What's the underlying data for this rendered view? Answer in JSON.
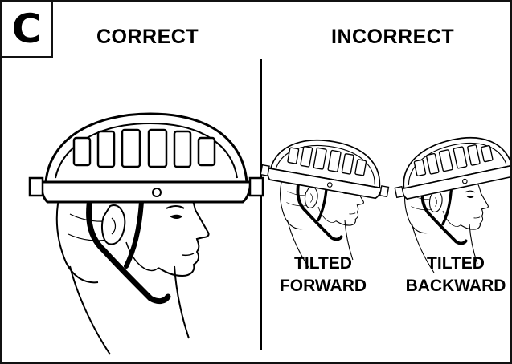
{
  "badge": "C",
  "correct": {
    "title": "CORRECT"
  },
  "incorrect": {
    "title": "INCORRECT",
    "forward": {
      "line1": "TILTED",
      "line2": "FORWARD"
    },
    "backward": {
      "line1": "TILTED",
      "line2": "BACKWARD"
    }
  },
  "colors": {
    "ink": "#000000",
    "background": "#ffffff",
    "helmet_fill": "#ffffff"
  },
  "icons": [
    "helmet-icon",
    "head-icon",
    "chin-strap-icon"
  ]
}
